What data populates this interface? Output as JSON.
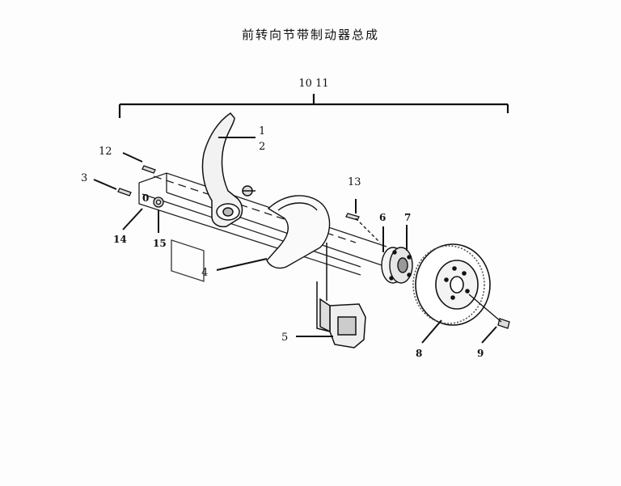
{
  "title": "前转向节带制动器总成",
  "bracket_label": "10  11",
  "callouts": {
    "c1": "1",
    "c2": "2",
    "c3": "3",
    "c4": "4",
    "c5": "5",
    "c6": "6",
    "c7": "7",
    "c8": "8",
    "c9": "9",
    "c12": "12",
    "c13": "13",
    "c14": "14",
    "c15": "15",
    "c0": "0"
  },
  "colors": {
    "ink": "#111111",
    "paper": "#fdfdfd",
    "shade": "#cfcfcf"
  }
}
